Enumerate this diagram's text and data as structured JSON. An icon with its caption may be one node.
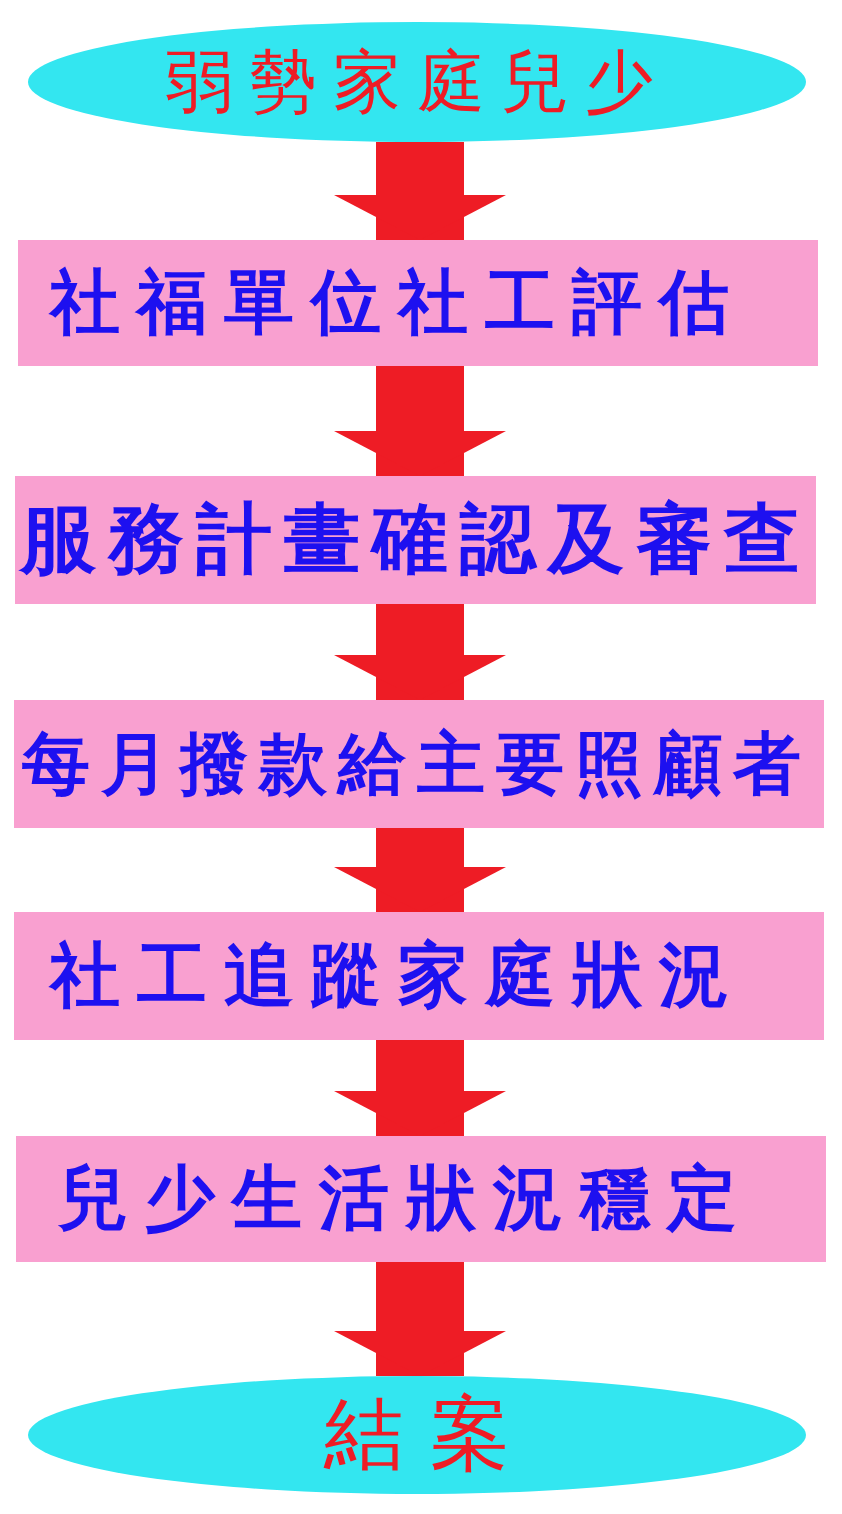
{
  "diagram": {
    "nodes": [
      {
        "text": [
          "弱勢家庭兒少"
        ]
      },
      {
        "text": [
          "社福單位社工評估"
        ]
      },
      {
        "text": [
          "服務計畫確認及審查"
        ]
      },
      {
        "text": [
          "每月撥款給主要照顧者"
        ]
      },
      {
        "text": [
          "社工追蹤家庭狀況"
        ]
      },
      {
        "text": [
          "兒少生活狀況穩定"
        ]
      },
      {
        "text": [
          "結 案"
        ]
      }
    ],
    "edges": [
      {
        "from": 0,
        "to": 1,
        "arrow": "to"
      },
      {
        "from": 1,
        "to": 2,
        "arrow": "to"
      },
      {
        "from": 2,
        "to": 3,
        "arrow": "to"
      },
      {
        "from": 3,
        "to": 4,
        "arrow": "to"
      },
      {
        "from": 4,
        "to": 5,
        "arrow": "to"
      },
      {
        "from": 5,
        "to": 6,
        "arrow": "to"
      }
    ]
  }
}
